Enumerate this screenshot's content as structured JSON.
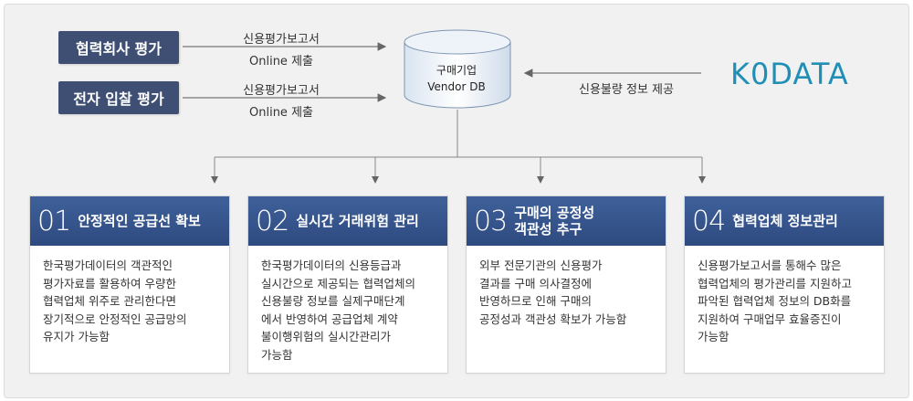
{
  "sources": [
    {
      "label": "협력회사 평가",
      "edge_line1": "신용평가보고서",
      "edge_line2": "Online 제출"
    },
    {
      "label": "전자 입찰 평가",
      "edge_line1": "신용평가보고서",
      "edge_line2": "Online 제출"
    }
  ],
  "database": {
    "line1": "구매기업",
    "line2": "Vendor DB"
  },
  "kodata": {
    "logo": "K0DATA",
    "edge_label": "신용불량 정보 제공"
  },
  "cards": [
    {
      "num": "01",
      "title": "안정적인 공급선 확보",
      "body": "한국평가데이터의 객관적인\n평가자료를 활용하여 우량한\n협력업체 위주로 관리한다면\n장기적으로 안정적인 공급망의\n유지가 가능함"
    },
    {
      "num": "02",
      "title": "실시간 거래위험 관리",
      "body": "한국평가데이터의 신용등급과\n실시간으로 제공되는 협력업체의\n신용불량 정보를 실제구매단계\n에서 반영하여 공급업체 계약\n불이행위험의 실시간관리가\n가능함"
    },
    {
      "num": "03",
      "title": "구매의 공정성\n객관성 추구",
      "body": "외부 전문기관의 신용평가\n결과를 구매 의사결정에\n반영하므로 인해 구매의\n공정성과 객관성 확보가 가능함"
    },
    {
      "num": "04",
      "title": "협력업체 정보관리",
      "body": "신용평가보고서를 통해수 많은\n협력업체의 평가관리를 지원하고\n파악된 협력업체 정보의 DB화를\n지원하여 구매업무 효율증진이\n가능함"
    }
  ]
}
